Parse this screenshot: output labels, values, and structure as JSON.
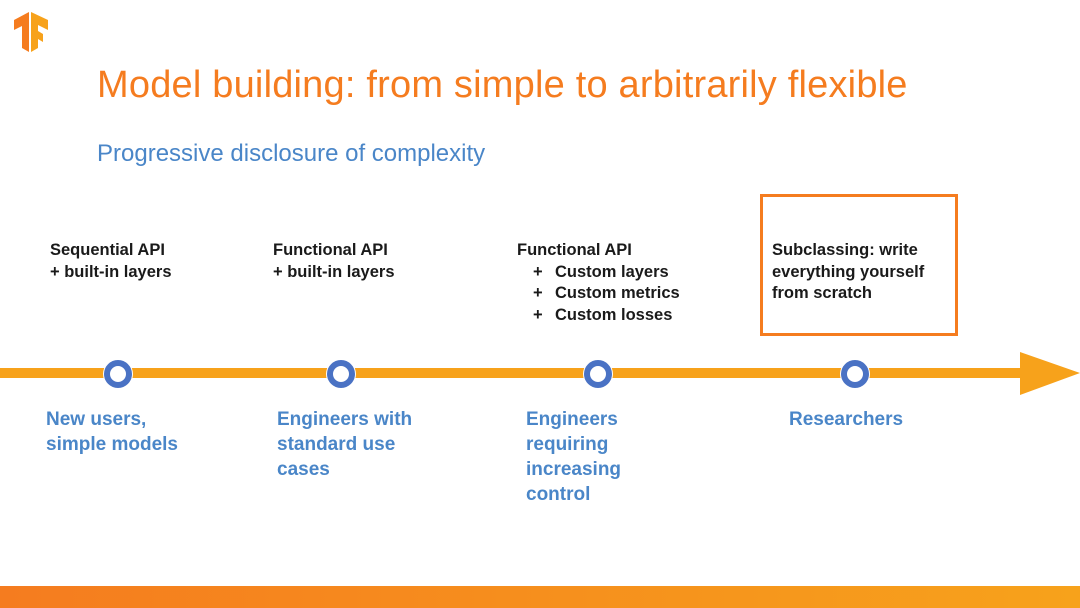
{
  "slide": {
    "title": "Model building: from simple to arbitrarily flexible",
    "subtitle": "Progressive disclosure of complexity"
  },
  "stages": [
    {
      "heading": [
        "Sequential API",
        "+ built-in layers"
      ],
      "bullets": [],
      "audience": [
        "New users,",
        "simple models"
      ],
      "highlighted": false
    },
    {
      "heading": [
        "Functional API",
        "+ built-in layers"
      ],
      "bullets": [],
      "audience": [
        "Engineers with",
        "standard use",
        "cases"
      ],
      "highlighted": false
    },
    {
      "heading": [
        "Functional API"
      ],
      "bullets": [
        {
          "marker": "+",
          "text": "Custom layers"
        },
        {
          "marker": "+",
          "text": "Custom metrics"
        },
        {
          "marker": "+",
          "text": "Custom losses"
        }
      ],
      "audience": [
        "Engineers",
        "requiring",
        "increasing",
        "control"
      ],
      "highlighted": false
    },
    {
      "heading": [
        "Subclassing: write",
        "everything yourself",
        "from scratch"
      ],
      "bullets": [],
      "audience": [
        "Researchers"
      ],
      "highlighted": true
    }
  ],
  "colors": {
    "accent_orange": "#f57c1f",
    "timeline_orange": "#f7a21b",
    "node_blue": "#4a72c4",
    "text_blue": "#4a86c8",
    "text_dark": "#1a1a1a"
  },
  "icons": {
    "logo": "tensorflow-logo-icon",
    "node": "circle-node-icon",
    "arrow": "arrow-right-icon"
  }
}
